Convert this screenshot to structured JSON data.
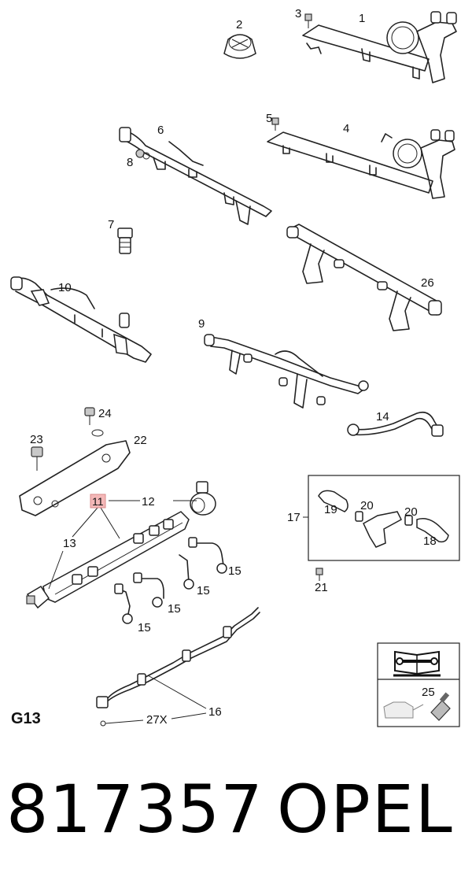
{
  "section_code": "G13",
  "caption": {
    "part_number": "817357",
    "brand": "OPEL"
  },
  "callouts": {
    "c1": "1",
    "c2": "2",
    "c3": "3",
    "c4": "4",
    "c5": "5",
    "c6": "6",
    "c7": "7",
    "c8": "8",
    "c9": "9",
    "c10": "10",
    "c11": "11",
    "c12": "12",
    "c13": "13",
    "c14": "14",
    "c15a": "15",
    "c15b": "15",
    "c15c": "15",
    "c15d": "15",
    "c16": "16",
    "c17": "17",
    "c18": "18",
    "c19": "19",
    "c20a": "20",
    "c20b": "20",
    "c21": "21",
    "c22": "22",
    "c23": "23",
    "c24": "24",
    "c25": "25",
    "c26": "26",
    "c27": "27X"
  },
  "highlight_color": "#f4b8b8",
  "icons": [
    "wrench-book-icon",
    "oil-can-icon",
    "sealant-tube-icon"
  ]
}
